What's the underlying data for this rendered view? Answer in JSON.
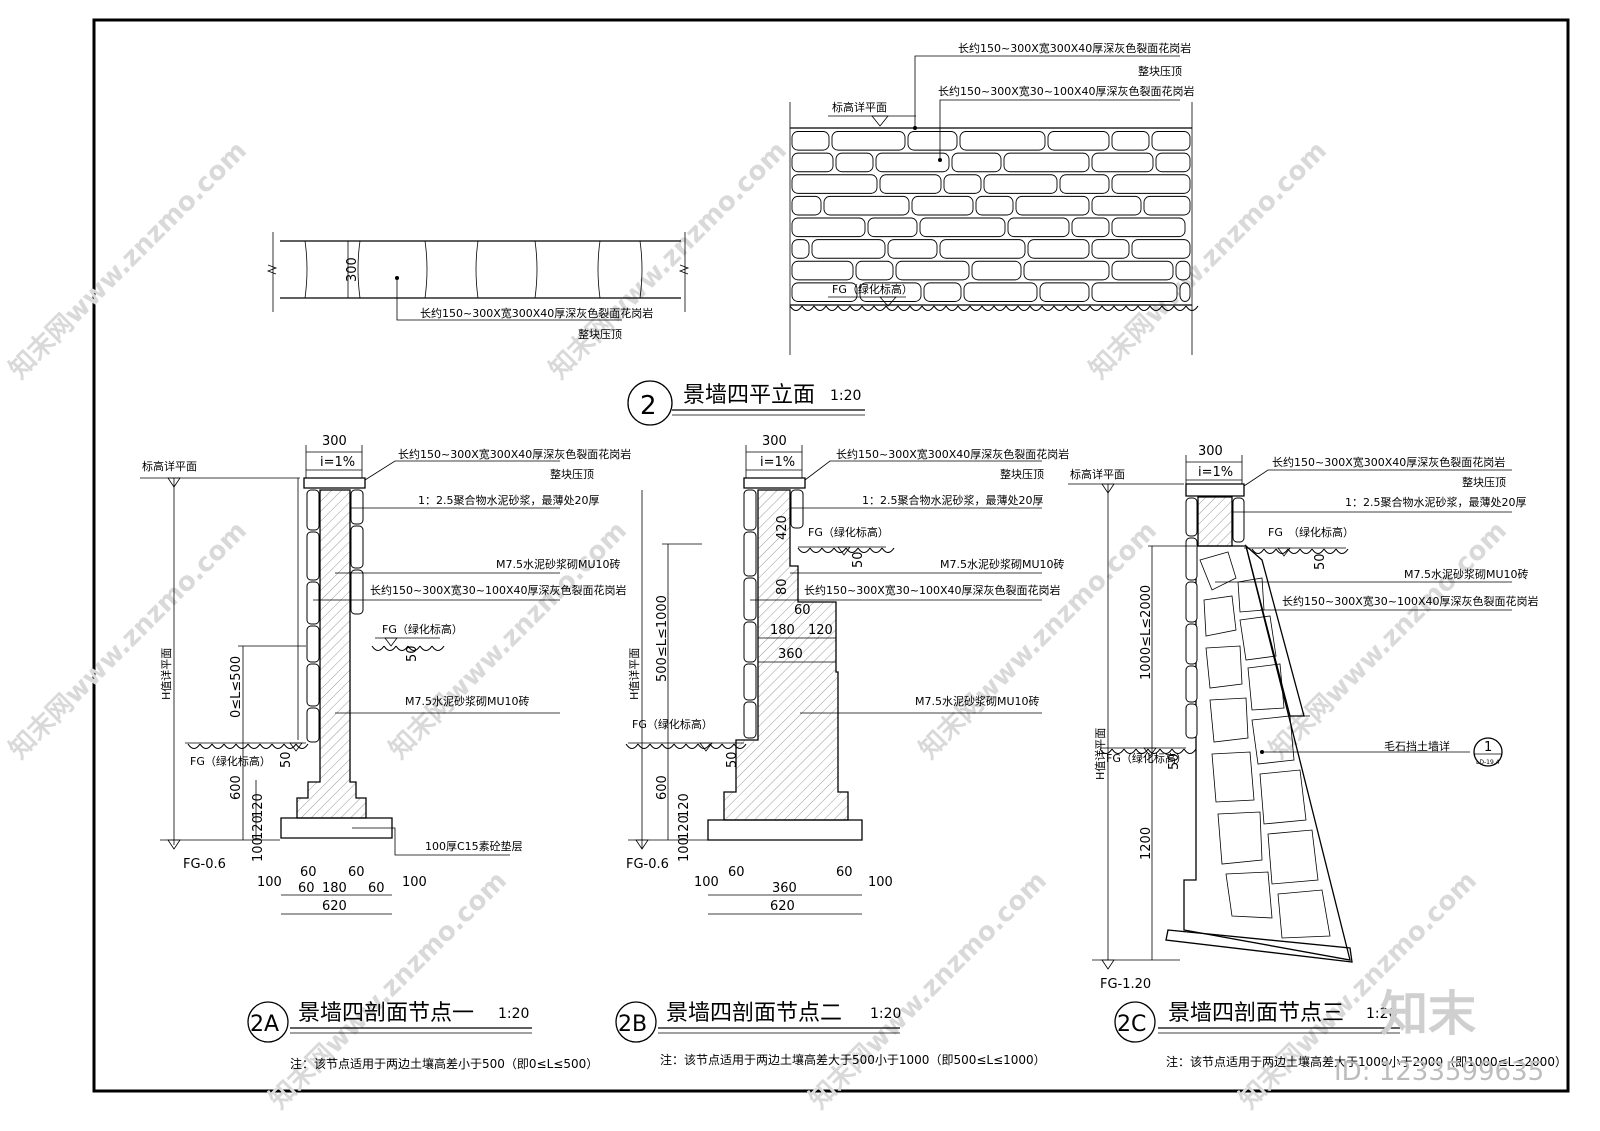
{
  "watermark": "知末网www.znzmo.com",
  "brand": {
    "mark": "知末",
    "id": "ID: 1233599635"
  },
  "plan": {
    "dim_300": "300",
    "label_top_line1": "长约150~300X宽300X40厚深灰色裂面花岗岩",
    "label_top_line2": "整块压顶"
  },
  "elevation": {
    "level_label": "标高详平面",
    "fg_label": "FG（绿化标高）",
    "ann1": "长约150~300X宽300X40厚深灰色裂面花岗岩",
    "ann2": "整块压顶",
    "ann3": "长约150~300X宽30~100X40厚深灰色裂面花岗岩"
  },
  "main_title": {
    "number": "2",
    "text": "景墙四平立面",
    "scale": "1:20"
  },
  "common": {
    "cap_width": "300",
    "slope": "i=1%",
    "ann_cap1": "长约150~300X宽300X40厚深灰色裂面花岗岩",
    "ann_cap2": "整块压顶",
    "ann_mortar": "1：2.5聚合物水泥砂浆，最薄处20厚",
    "ann_brick": "M7.5水泥砂浆砌MU10砖",
    "ann_veneer": "长约150~300X宽30~100X40厚深灰色裂面花岗岩",
    "fg": "FG（绿化标高）",
    "fg_plain": "FG",
    "fg_paren": "（绿化标高）",
    "level_label": "标高详平面",
    "h_label": "H值详平面",
    "dim_50": "50"
  },
  "section_a": {
    "tag": "2A",
    "title": "景墙四剖面节点一",
    "scale": "1:20",
    "note": "注：该节点适用于两边土壤高差小于500（即0≤L≤500）",
    "range": "0≤L≤500",
    "dim_600": "600",
    "dim_120a": "120",
    "dim_120b": "120",
    "dim_100": "100",
    "fg_minus": "FG-0.6",
    "ann_base": "100厚C15素砼垫层",
    "bottom_dims": [
      "100",
      "60",
      "60",
      "180",
      "60",
      "60",
      "100"
    ],
    "total": "620"
  },
  "section_b": {
    "tag": "2B",
    "title": "景墙四剖面节点二",
    "scale": "1:20",
    "note": "注：该节点适用于两边土壤高差大于500小于1000（即500≤L≤1000）",
    "range": "500≤L≤1000",
    "dim_420": "420",
    "dim_80": "80",
    "dim_60": "60",
    "dim_180": "180",
    "dim_120": "120",
    "dim_360": "360",
    "dim_600": "600",
    "dim_120a": "120",
    "dim_120b": "120",
    "dim_100": "100",
    "fg_minus": "FG-0.6",
    "bottom_dims": [
      "100",
      "60",
      "360",
      "60",
      "100"
    ],
    "total": "620"
  },
  "section_c": {
    "tag": "2C",
    "title": "景墙四剖面节点三",
    "scale": "1:20",
    "note": "注：该节点适用于两边土壤高差大于1000小于2000（即1000≤L≤2000）",
    "range": "1000≤L≤2000",
    "dim_1200": "1200",
    "fg_minus": "FG-1.20",
    "ann_rubble": "毛石挡土墙详",
    "ref_num": "1",
    "ref_sheet": "LD-19.4"
  }
}
